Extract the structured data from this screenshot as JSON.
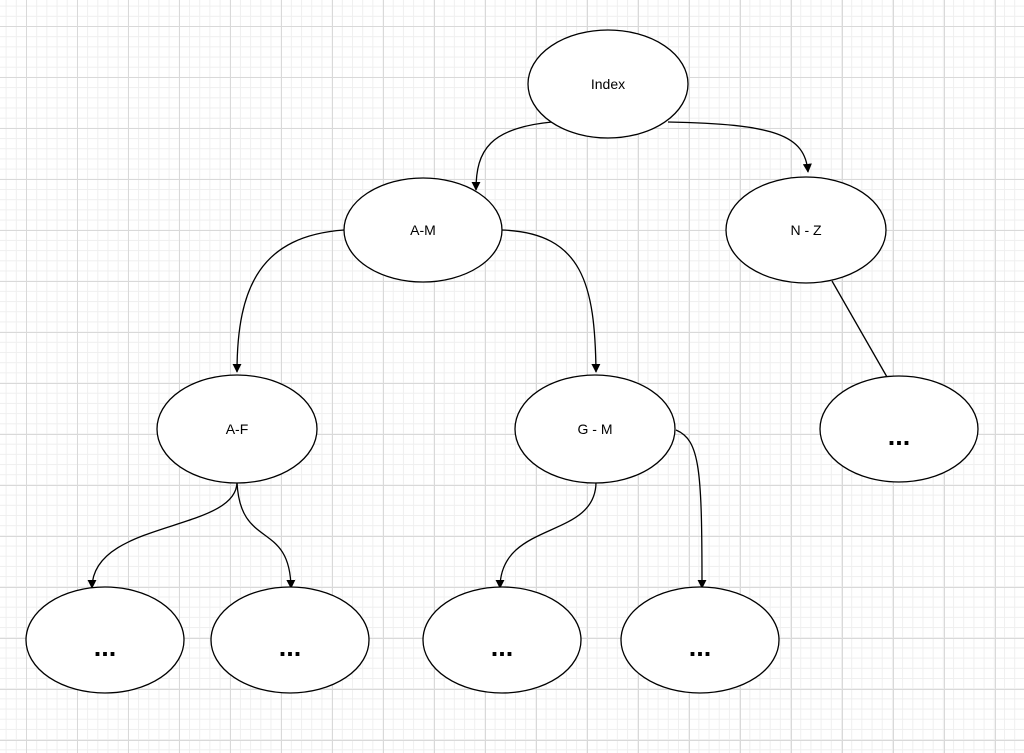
{
  "diagram": {
    "nodes": {
      "root": {
        "label": "Index"
      },
      "am": {
        "label": "A-M"
      },
      "nz": {
        "label": "N - Z"
      },
      "af": {
        "label": "A-F"
      },
      "gm": {
        "label": "G - M"
      },
      "nz_child": {
        "label": "..."
      },
      "af_left": {
        "label": "..."
      },
      "af_right": {
        "label": "..."
      },
      "gm_left": {
        "label": "..."
      },
      "gm_right": {
        "label": "..."
      }
    },
    "edges": [
      {
        "from": "root",
        "to": "am",
        "arrow": true
      },
      {
        "from": "root",
        "to": "nz",
        "arrow": true
      },
      {
        "from": "am",
        "to": "af",
        "arrow": true
      },
      {
        "from": "am",
        "to": "gm",
        "arrow": true
      },
      {
        "from": "nz",
        "to": "nz_child",
        "arrow": false
      },
      {
        "from": "af",
        "to": "af_left",
        "arrow": true
      },
      {
        "from": "af",
        "to": "af_right",
        "arrow": true
      },
      {
        "from": "gm",
        "to": "gm_left",
        "arrow": true
      },
      {
        "from": "gm",
        "to": "gm_right",
        "arrow": true
      }
    ]
  }
}
